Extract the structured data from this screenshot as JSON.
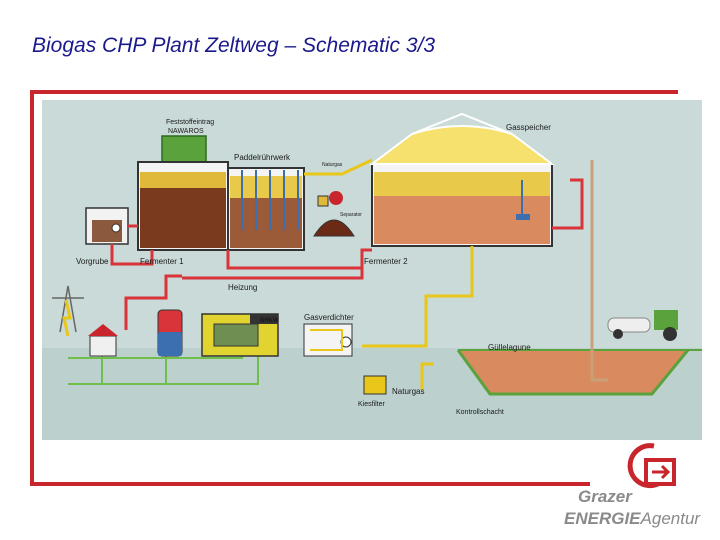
{
  "title": "Biogas CHP Plant Zeltweg – Schematic 3/3",
  "labels": {
    "feststoff_line1": "Feststoffeintrag",
    "feststoff_line2": "NAWAROS",
    "paddel": "Paddelrührwerk",
    "naturgas_top": "Naturgas",
    "separator": "Separator",
    "gasspeicher": "Gasspeicher",
    "vorgrube": "Vorgrube",
    "fermenter1": "Fermenter 1",
    "fermenter2": "Fermenter 2",
    "heizung": "Heizung",
    "gasverdichter": "Gasverdichter",
    "bhkw": "BHKW",
    "guellelagune": "Güllelagune",
    "naturgas_bottom": "Naturgas",
    "kiesfilter": "Kiesfilter",
    "kontrollschacht": "Kontrollschacht"
  },
  "logo": {
    "line1": "Grazer",
    "line2a": "ENERGIE",
    "line2b": "Agentur"
  },
  "colors": {
    "accent_red": "#c8262c",
    "title_blue": "#1a1a8c",
    "background_panel": "#c9dad8",
    "pipe_yellow": "#e8c61a",
    "pipe_red": "#d9343a",
    "pipe_green": "#6fbf4a",
    "sludge": "#d98a5e"
  }
}
